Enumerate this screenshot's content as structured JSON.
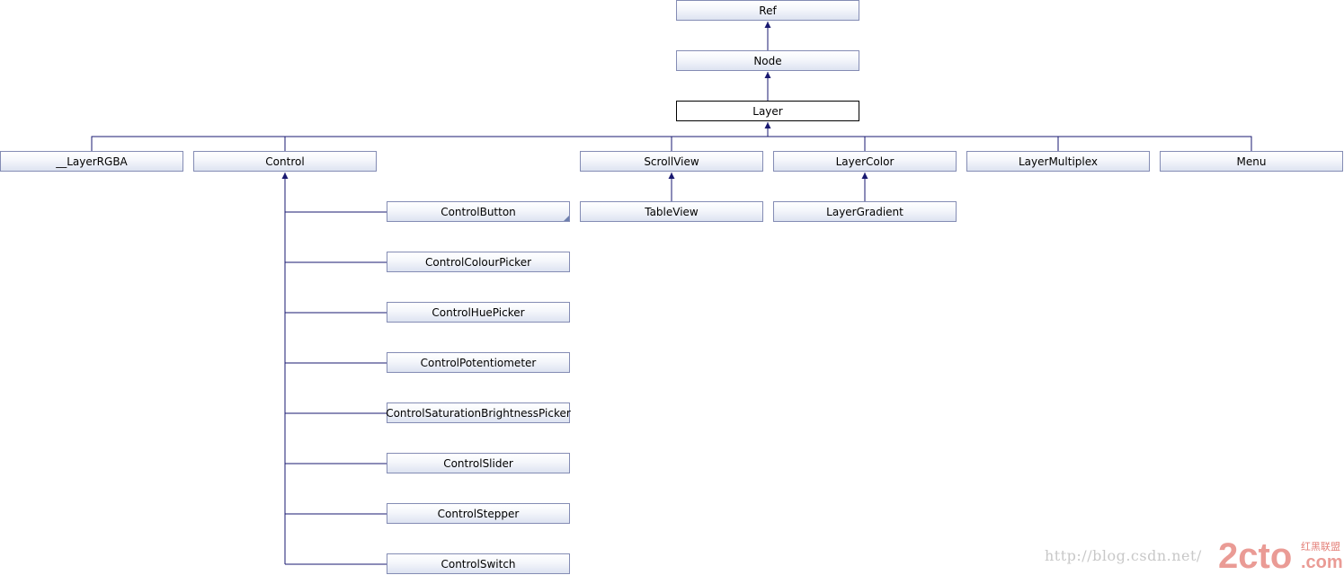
{
  "diagram": {
    "nodes": {
      "ref": "Ref",
      "node": "Node",
      "layer": "Layer",
      "layer_rgba": "__LayerRGBA",
      "control": "Control",
      "scroll_view": "ScrollView",
      "layer_color": "LayerColor",
      "layer_multiplex": "LayerMultiplex",
      "menu": "Menu",
      "control_button": "ControlButton",
      "table_view": "TableView",
      "layer_gradient": "LayerGradient",
      "control_colour_picker": "ControlColourPicker",
      "control_hue_picker": "ControlHuePicker",
      "control_potentiometer": "ControlPotentiometer",
      "control_saturation_brightness_picker": "ControlSaturationBrightnessPicker",
      "control_slider": "ControlSlider",
      "control_stepper": "ControlStepper",
      "control_switch": "ControlSwitch"
    },
    "colors": {
      "edge": "#191970",
      "node_border": "#848cb4",
      "current_border": "#000000"
    }
  },
  "watermark": {
    "url": "http://blog.csdn.net/",
    "logo": "2cto",
    "logo_cn": "红黑联盟",
    "logo_domain": ".com"
  }
}
